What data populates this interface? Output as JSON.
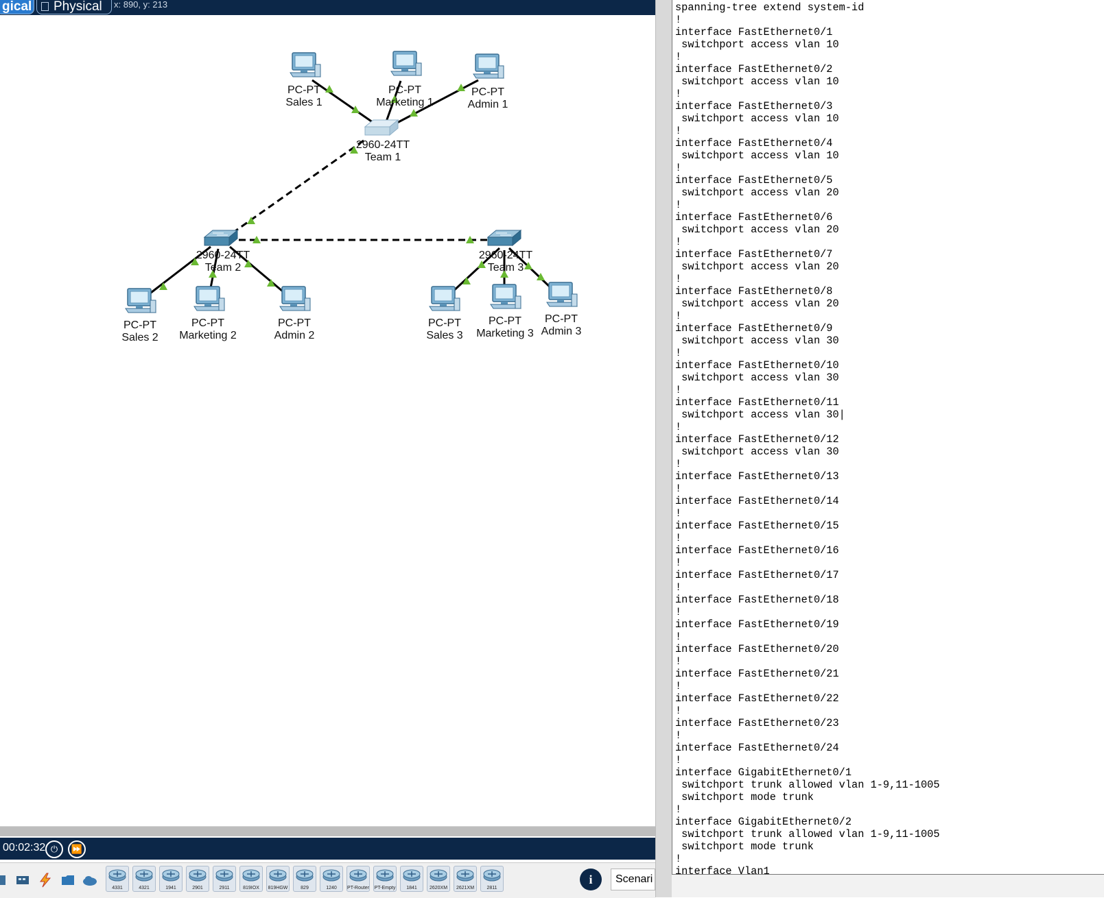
{
  "window": {
    "tab_logical": "gical",
    "tab_physical": "Physical",
    "coords": "x: 890, y: 213"
  },
  "topology": {
    "pcs": [
      {
        "type": "PC-PT",
        "name": "Sales 1"
      },
      {
        "type": "PC-PT",
        "name": "Marketing 1"
      },
      {
        "type": "PC-PT",
        "name": "Admin 1"
      },
      {
        "type": "PC-PT",
        "name": "Sales 2"
      },
      {
        "type": "PC-PT",
        "name": "Marketing 2"
      },
      {
        "type": "PC-PT",
        "name": "Admin 2"
      },
      {
        "type": "PC-PT",
        "name": "Sales 3"
      },
      {
        "type": "PC-PT",
        "name": "Marketing 3"
      },
      {
        "type": "PC-PT",
        "name": "Admin 3"
      }
    ],
    "switches": [
      {
        "model": "2960-24TT",
        "name": "Team 1"
      },
      {
        "model": "2960-24TT",
        "name": "Team 2"
      },
      {
        "model": "2960-24TT",
        "name": "Team 3"
      }
    ],
    "link_colors": {
      "link": "#000000",
      "status_up": "#6ab933"
    }
  },
  "bottom": {
    "timer": "00:02:32",
    "reset_icon": "power-cycle-icon",
    "fast_forward_icon": "fast-forward-icon",
    "info_icon": "info-icon",
    "scenario_label": "Scenari"
  },
  "devices": [
    {
      "label": "4331"
    },
    {
      "label": "4321"
    },
    {
      "label": "1941"
    },
    {
      "label": "2901"
    },
    {
      "label": "2911"
    },
    {
      "label": "819IOX"
    },
    {
      "label": "819HGW"
    },
    {
      "label": "829"
    },
    {
      "label": "1240"
    },
    {
      "label": "PT-Router"
    },
    {
      "label": "PT-Empty"
    },
    {
      "label": "1841"
    },
    {
      "label": "2620XM"
    },
    {
      "label": "2621XM"
    },
    {
      "label": "2811"
    }
  ],
  "config": {
    "lines": [
      "spanning-tree extend system-id",
      "!",
      "interface FastEthernet0/1",
      " switchport access vlan 10",
      "!",
      "interface FastEthernet0/2",
      " switchport access vlan 10",
      "!",
      "interface FastEthernet0/3",
      " switchport access vlan 10",
      "!",
      "interface FastEthernet0/4",
      " switchport access vlan 10",
      "!",
      "interface FastEthernet0/5",
      " switchport access vlan 20",
      "!",
      "interface FastEthernet0/6",
      " switchport access vlan 20",
      "!",
      "interface FastEthernet0/7",
      " switchport access vlan 20",
      "!",
      "interface FastEthernet0/8",
      " switchport access vlan 20",
      "!",
      "interface FastEthernet0/9",
      " switchport access vlan 30",
      "!",
      "interface FastEthernet0/10",
      " switchport access vlan 30",
      "!",
      "interface FastEthernet0/11",
      " switchport access vlan 30|",
      "!",
      "interface FastEthernet0/12",
      " switchport access vlan 30",
      "!",
      "interface FastEthernet0/13",
      "!",
      "interface FastEthernet0/14",
      "!",
      "interface FastEthernet0/15",
      "!",
      "interface FastEthernet0/16",
      "!",
      "interface FastEthernet0/17",
      "!",
      "interface FastEthernet0/18",
      "!",
      "interface FastEthernet0/19",
      "!",
      "interface FastEthernet0/20",
      "!",
      "interface FastEthernet0/21",
      "!",
      "interface FastEthernet0/22",
      "!",
      "interface FastEthernet0/23",
      "!",
      "interface FastEthernet0/24",
      "!",
      "interface GigabitEthernet0/1",
      " switchport trunk allowed vlan 1-9,11-1005",
      " switchport mode trunk",
      "!",
      "interface GigabitEthernet0/2",
      " switchport trunk allowed vlan 1-9,11-1005",
      " switchport mode trunk",
      "!",
      "interface Vlan1"
    ]
  }
}
